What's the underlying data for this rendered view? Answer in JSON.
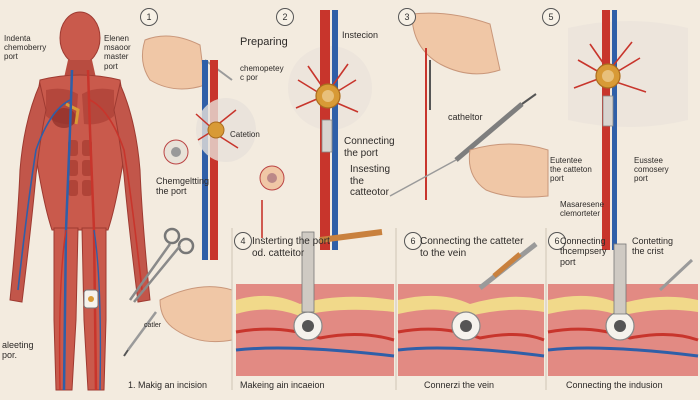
{
  "colors": {
    "background": "#f3ebdf",
    "muscle": "#c95a4c",
    "muscle_dark": "#9e3a31",
    "artery": "#c8352c",
    "vein": "#2f5fa8",
    "skin": "#f0c7a6",
    "port": "#d89a36",
    "fat": "#f1d98a",
    "tissue": "#e28a83"
  },
  "body_figure": {
    "label_left_top": "Indenta\nchemoberry\nport",
    "label_right_top": "Elenen\nmsaoor\nmaster\nport",
    "label_bottom_left": "aleeting\npor.",
    "label_catler": "catler"
  },
  "steps_top": [
    {
      "number": "1",
      "title": "Preparing",
      "sub": "chemopetey\nc por",
      "label_a": "Catetion",
      "label_b": "Chemgeltting\nthe port"
    },
    {
      "number": "2",
      "title": ""
    },
    {
      "number": "3",
      "title": "Instecion",
      "label_a": "Connecting\nthe port",
      "label_b": "Insesting\nthe\ncatteotor",
      "label_c": "catheltor"
    },
    {
      "number": "5",
      "label_left": "Eutentee\nthe catteton\nport",
      "label_right": "Eusstee\ncomosery\nport",
      "label_bottom": "Masaresene\nclemorteter"
    }
  ],
  "steps_bottom": [
    {
      "number": "4",
      "title": "Insterting the port\nod. catteitor",
      "caption": "Makeing ain incaeion"
    },
    {
      "number": "6",
      "title": "Connecting the catteter\nto the vein",
      "caption": "Connerzi the vein"
    },
    {
      "number": "6",
      "title": "Connecting\nthcempsery\nport",
      "title_b": "Contetting\nthe crist",
      "caption": "Connecting the indusion"
    }
  ],
  "bottom_left_caption": "1.  Makig an incision"
}
